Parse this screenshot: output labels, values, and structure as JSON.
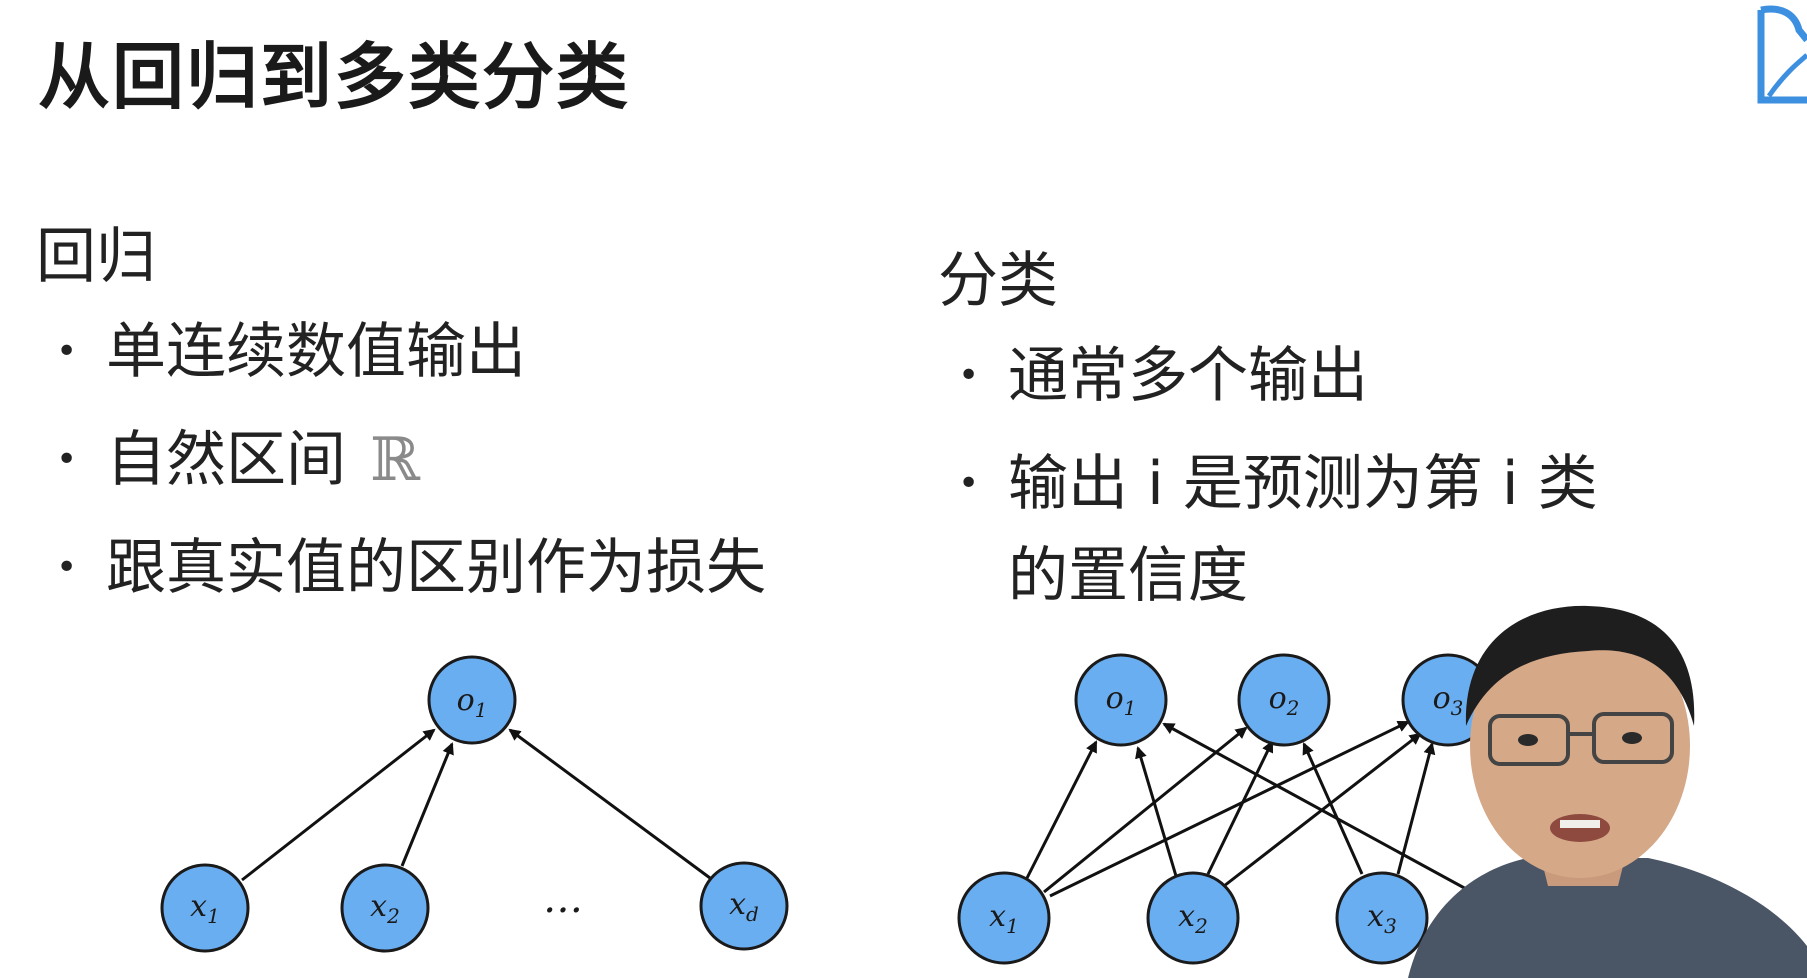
{
  "title": "从回归到多类分类",
  "regression": {
    "heading": "回归",
    "bullets": [
      "单连续数值输出",
      "自然区间",
      "跟真实值的区别作为损失"
    ],
    "real_symbol": "ℝ",
    "diagram": {
      "output": {
        "name": "o",
        "sub": "1"
      },
      "inputs": [
        {
          "name": "x",
          "sub": "1"
        },
        {
          "name": "x",
          "sub": "2"
        },
        {
          "name": "x",
          "sub": "d"
        }
      ],
      "ellipsis": "…"
    }
  },
  "classification": {
    "heading": "分类",
    "bullets": [
      "通常多个输出",
      "输出 i 是预测为第 i 类的置信度"
    ],
    "diagram": {
      "outputs": [
        {
          "name": "o",
          "sub": "1"
        },
        {
          "name": "o",
          "sub": "2"
        },
        {
          "name": "o",
          "sub": "3"
        }
      ],
      "inputs": [
        {
          "name": "x",
          "sub": "1"
        },
        {
          "name": "x",
          "sub": "2"
        },
        {
          "name": "x",
          "sub": "3"
        }
      ]
    }
  },
  "colors": {
    "node_fill": "#6aaef2",
    "logo": "#3d8fe0",
    "text": "#222222"
  }
}
